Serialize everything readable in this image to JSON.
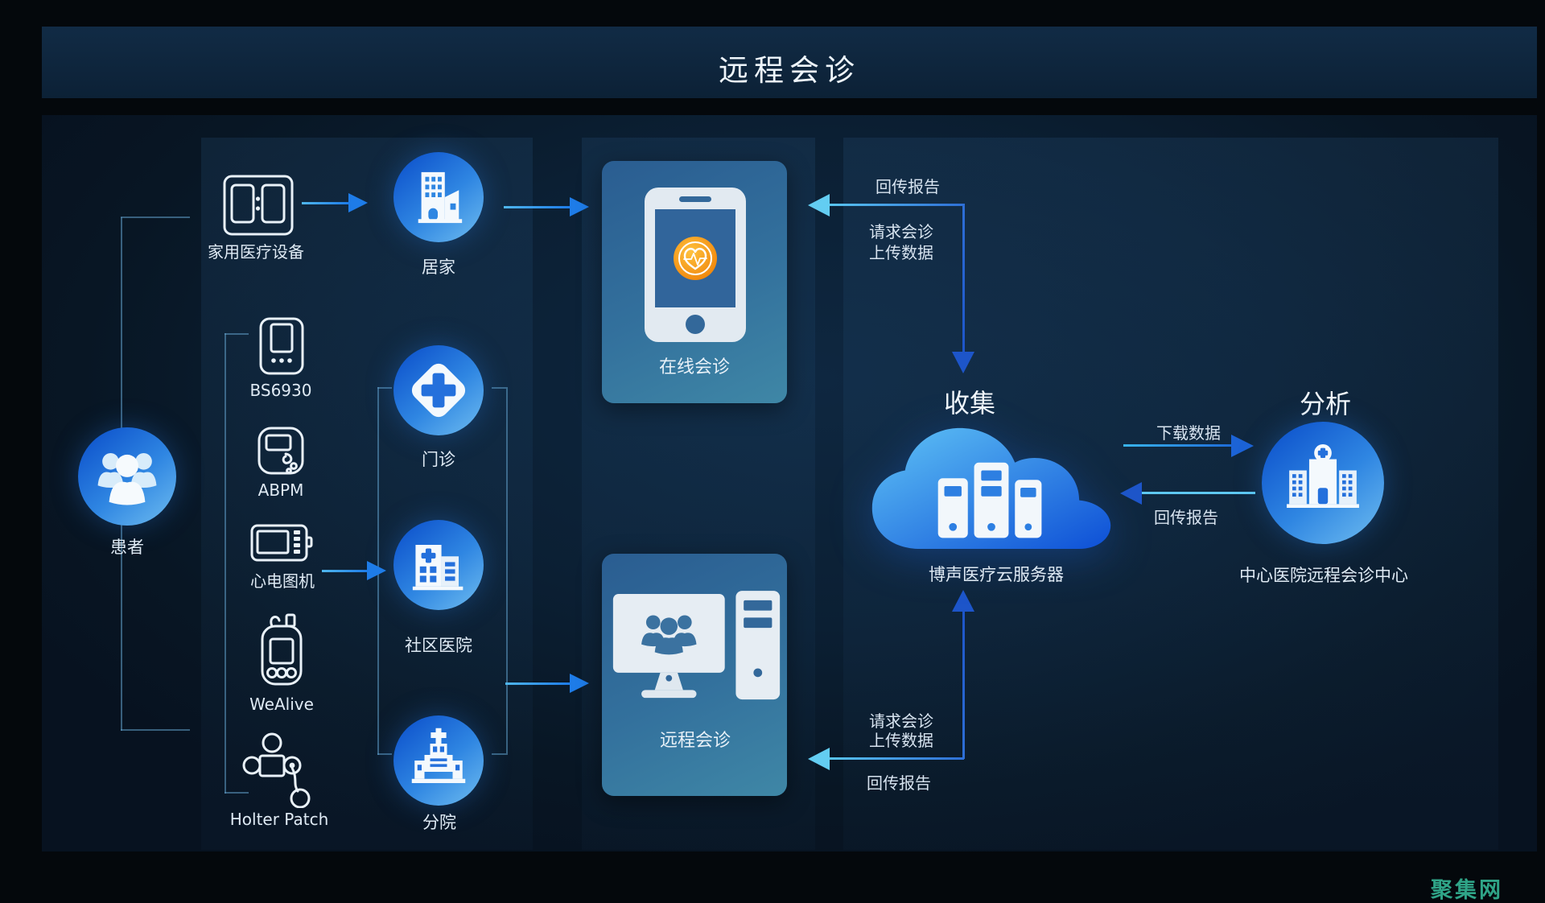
{
  "title": "远程会诊",
  "patient": {
    "label": "患者"
  },
  "devices": {
    "home": {
      "label": "家用医疗设备"
    },
    "bs6930": {
      "label": "BS6930"
    },
    "abpm": {
      "label": "ABPM"
    },
    "ecg": {
      "label": "心电图机"
    },
    "wealive": {
      "label": "WeAlive"
    },
    "holter": {
      "label": "Holter Patch"
    }
  },
  "sites": {
    "home": {
      "label": "居家"
    },
    "outpatient": {
      "label": "门诊"
    },
    "community": {
      "label": "社区医院"
    },
    "branch": {
      "label": "分院"
    }
  },
  "terminals": {
    "online": {
      "label": "在线会诊"
    },
    "remote": {
      "label": "远程会诊"
    }
  },
  "cloud": {
    "heading": "收集",
    "label": "博声医疗云服务器"
  },
  "center": {
    "heading": "分析",
    "label": "中心医院远程会诊中心"
  },
  "flows": {
    "phone_return": "回传报告",
    "phone_request_1": "请求会诊",
    "phone_request_2": "上传数据",
    "download": "下载数据",
    "center_return": "回传报告",
    "pc_request_1": "请求会诊",
    "pc_request_2": "上传数据",
    "pc_return": "回传报告"
  },
  "watermark": "聚集网",
  "colors": {
    "accent_cyan": "#63cdf2",
    "accent_blue": "#1e7ce8",
    "deep_blue_arrow": "#1d55c9",
    "circle_gradient_start": "#0d52cc",
    "circle_gradient_end": "#6fbdf0",
    "card_bg_start": "#2a5d91",
    "card_bg_end": "#3f87a6",
    "cloud_start": "#5fc3f6",
    "cloud_end": "#0d4fd6",
    "app_orange": "#f1920e",
    "watermark_green": "#2fa487"
  }
}
